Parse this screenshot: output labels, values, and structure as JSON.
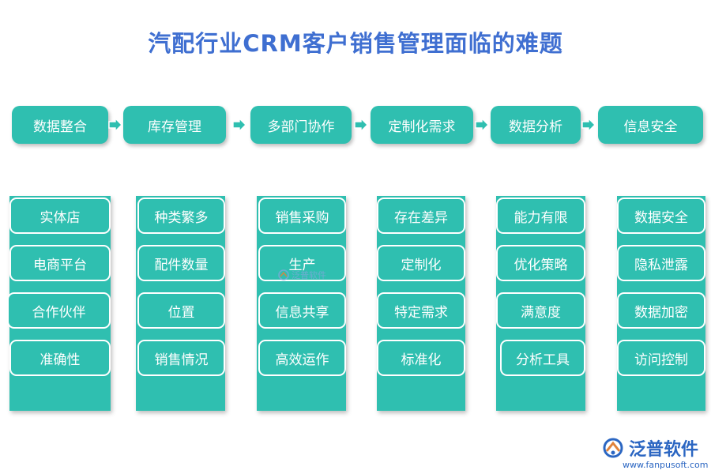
{
  "title": "汽配行业CRM客户销售管理面临的难题",
  "colors": {
    "teal": "#2fbfb0",
    "title_blue": "#3f6fd1",
    "logo_blue": "#2b66c2"
  },
  "headers": [
    "数据整合",
    "库存管理",
    "多部门协作",
    "定制化需求",
    "数据分析",
    "信息安全"
  ],
  "columns": [
    [
      "实体店",
      "电商平台",
      "合作伙伴",
      "准确性"
    ],
    [
      "种类繁多",
      "配件数量",
      "位置",
      "销售情况"
    ],
    [
      "销售采购",
      "生产",
      "信息共享",
      "高效运作"
    ],
    [
      "存在差异",
      "定制化",
      "特定需求",
      "标准化"
    ],
    [
      "能力有限",
      "优化策略",
      "满意度",
      "分析工具"
    ],
    [
      "数据安全",
      "隐私泄露",
      "数据加密",
      "访问控制"
    ]
  ],
  "watermark": {
    "center_text": "泛普软件",
    "logo_text": "泛普软件",
    "url": "www.fanpusoft.com"
  },
  "icons": {
    "arrow": "right-arrow-icon",
    "logo": "fanpu-logo-icon"
  }
}
